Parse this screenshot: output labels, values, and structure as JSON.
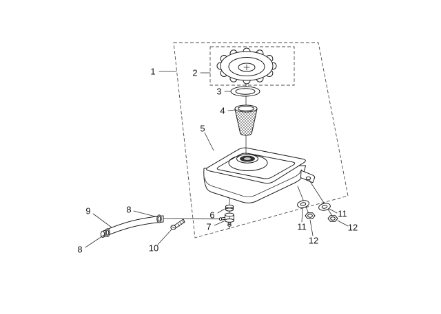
{
  "diagram": {
    "background": "#ffffff",
    "ink": "#1c1c1c",
    "callouts": [
      {
        "id": "1",
        "label": "1"
      },
      {
        "id": "2",
        "label": "2"
      },
      {
        "id": "3",
        "label": "3"
      },
      {
        "id": "4",
        "label": "4"
      },
      {
        "id": "5",
        "label": "5"
      },
      {
        "id": "6",
        "label": "6"
      },
      {
        "id": "7",
        "label": "7"
      },
      {
        "id": "8-left",
        "label": "8"
      },
      {
        "id": "8-right",
        "label": "8"
      },
      {
        "id": "9",
        "label": "9"
      },
      {
        "id": "10",
        "label": "10"
      },
      {
        "id": "11-left",
        "label": "11"
      },
      {
        "id": "12-left",
        "label": "12"
      },
      {
        "id": "11-right",
        "label": "11"
      },
      {
        "id": "12-right",
        "label": "12"
      }
    ]
  }
}
